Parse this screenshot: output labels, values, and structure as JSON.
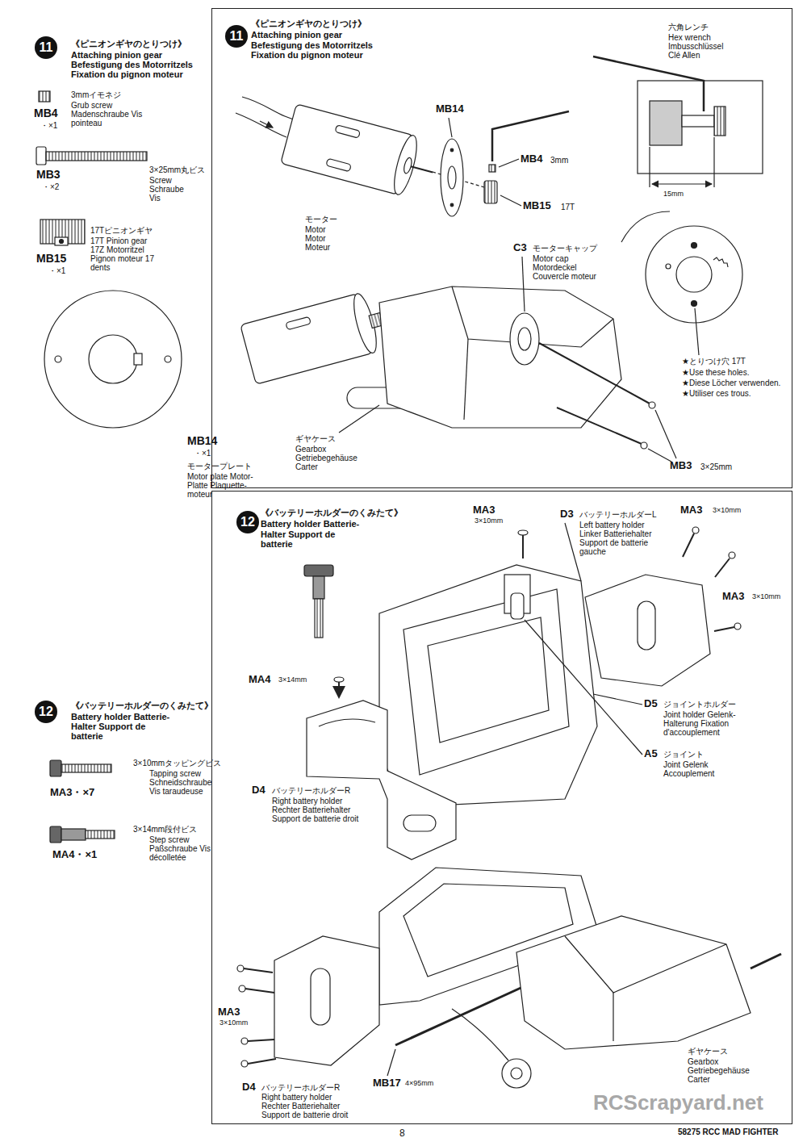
{
  "diagram": {
    "nodes": [
      {
        "text": [
          "11",
          "《ピニオンギヤのとりつけ》",
          "Attaching pinion gear Befestigung des Motorritzels Fixation du pignon moteur"
        ]
      },
      {
        "text": [
          "12",
          "《バッテリーホルダーのくみたて》",
          "Battery holder Batterie-Halter Support de batterie"
        ]
      }
    ],
    "labels": [
      "11",
      "《ピニオンギヤのとりつけ》",
      "Attaching pinion gear Befestigung des Motorritzels Fixation du pignon moteur",
      "MB4",
      "・×1",
      "3mmイモネジ",
      "Grub screw Madenschraube Vis pointeau",
      "MB3",
      "・×2",
      "3×25mm丸ビス",
      "Screw Schraube Vis",
      "MB15",
      "・×1",
      "17Tピニオンギヤ",
      "17T Pinion gear 17Z Motorritzel Pignon moteur 17 dents",
      "MB14",
      "・×1",
      "モータープレート",
      "Motor plate Motor-Platte Plaquette-moteur",
      "12",
      "《バッテリーホルダーのくみたて》",
      "Battery holder Batterie-Halter Support de batterie",
      "3×10mmタッピングビス",
      "Tapping screw Schneidschraube Vis taraudeuse",
      "MA3・×7",
      "3×14mm段付ビス",
      "Step screw Paßschraube Vis décolletée",
      "MA4・×1",
      "六角レンチ",
      "Hex wrench Imbusschlüssel Clé Allen",
      "MB14",
      "MB4",
      "3mm",
      "MB15",
      "17T",
      "モーター",
      "Motor Motor Moteur",
      "C3",
      "モーターキャップ",
      "Motor cap Motordeckel Couvercle moteur",
      "15mm",
      "★とりつけ穴 17T",
      "★Use these holes.",
      "★Diese Löcher verwenden.",
      "★Utiliser ces trous.",
      "ギヤケース",
      "Gearbox Getriebegehäuse Carter",
      "MB3",
      "3×25mm",
      "MA3",
      "3×10mm",
      "D3",
      "バッテリーホルダーL",
      "Left battery holder Linker Batteriehalter Support de batterie gauche",
      "MA3",
      "3×10mm",
      "MA3",
      "3×10mm",
      "MA4",
      "3×14mm",
      "D5",
      "ジョイントホルダー",
      "Joint holder Gelenk-Halterung Fixation d'accouplement",
      "A5",
      "ジョイント",
      "Joint Gelenk Accouplement",
      "D4",
      "バッテリーホルダーR",
      "Right battery holder Rechter Batteriehalter Support de batterie droit",
      "MA3",
      "3×10mm",
      "D4",
      "バッテリーホルダーR",
      "Right battery holder Rechter Batteriehalter Support de batterie droit",
      "MB17",
      "4×95mm",
      "ギヤケース",
      "Gearbox Getriebegehäuse Carter",
      "RCScrapyard.net",
      "8",
      "58275 RCC MAD FIGHTER"
    ]
  }
}
